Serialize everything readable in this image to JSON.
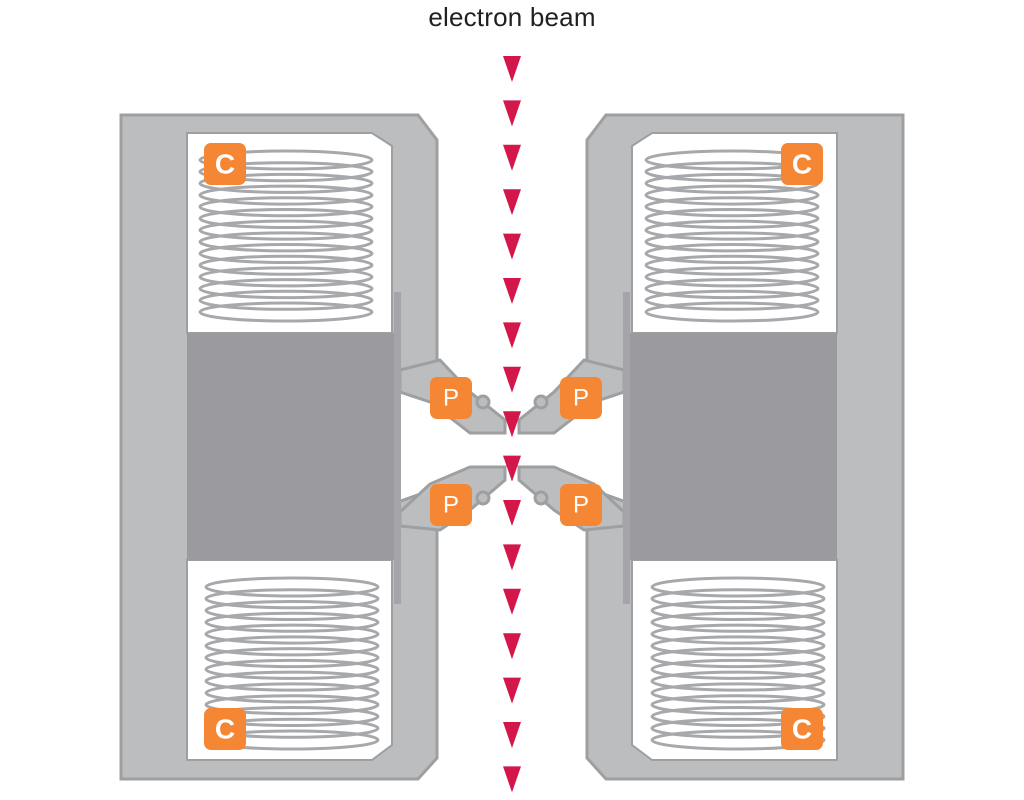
{
  "title": "electron beam",
  "labels": {
    "coil": "C",
    "pole_piece": "P"
  },
  "colors": {
    "housing": "#bcbdbe",
    "housing_stroke": "#9e9fa1",
    "core": "#9b9a9f",
    "coil_wire": "#a7a8ab",
    "badge": "#f58633",
    "beam": "#d4174a"
  }
}
